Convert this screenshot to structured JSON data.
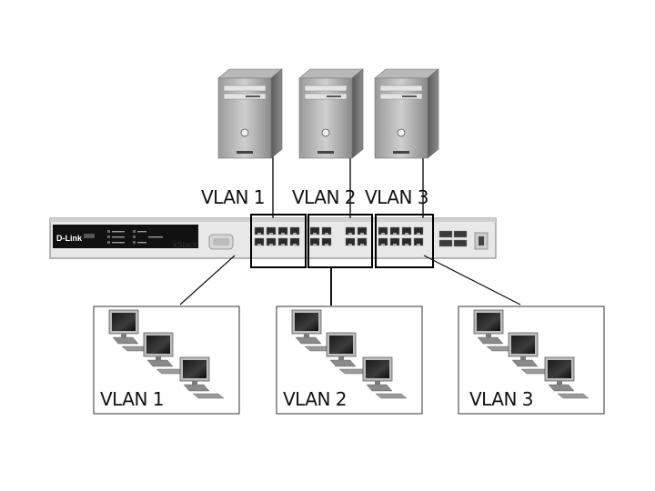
{
  "servers": [
    {
      "vlan_label": "VLAN 1"
    },
    {
      "vlan_label": "VLAN 2"
    },
    {
      "vlan_label": "VLAN 3"
    }
  ],
  "switch": {
    "brand": "D-Link",
    "series": "xStack"
  },
  "client_groups": [
    {
      "label": "VLAN 1",
      "pcs": 3
    },
    {
      "label": "VLAN 2",
      "pcs": 3
    },
    {
      "label": "VLAN 3",
      "pcs": 3
    }
  ]
}
